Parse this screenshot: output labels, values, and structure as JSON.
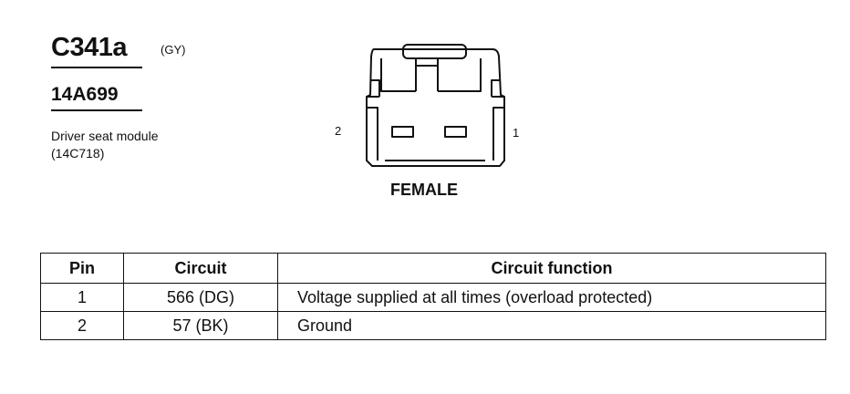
{
  "connector": {
    "id": "C341a",
    "color_code": "(GY)",
    "part_number": "14A699",
    "description_line1": "Driver seat module",
    "description_line2": "(14C718)"
  },
  "diagram": {
    "pin_left": "2",
    "pin_right": "1",
    "gender": "FEMALE"
  },
  "table": {
    "headers": [
      "Pin",
      "Circuit",
      "Circuit function"
    ],
    "rows": [
      {
        "pin": "1",
        "circuit": "566 (DG)",
        "function": "Voltage supplied at all times (overload protected)"
      },
      {
        "pin": "2",
        "circuit": "57 (BK)",
        "function": "Ground"
      }
    ]
  }
}
